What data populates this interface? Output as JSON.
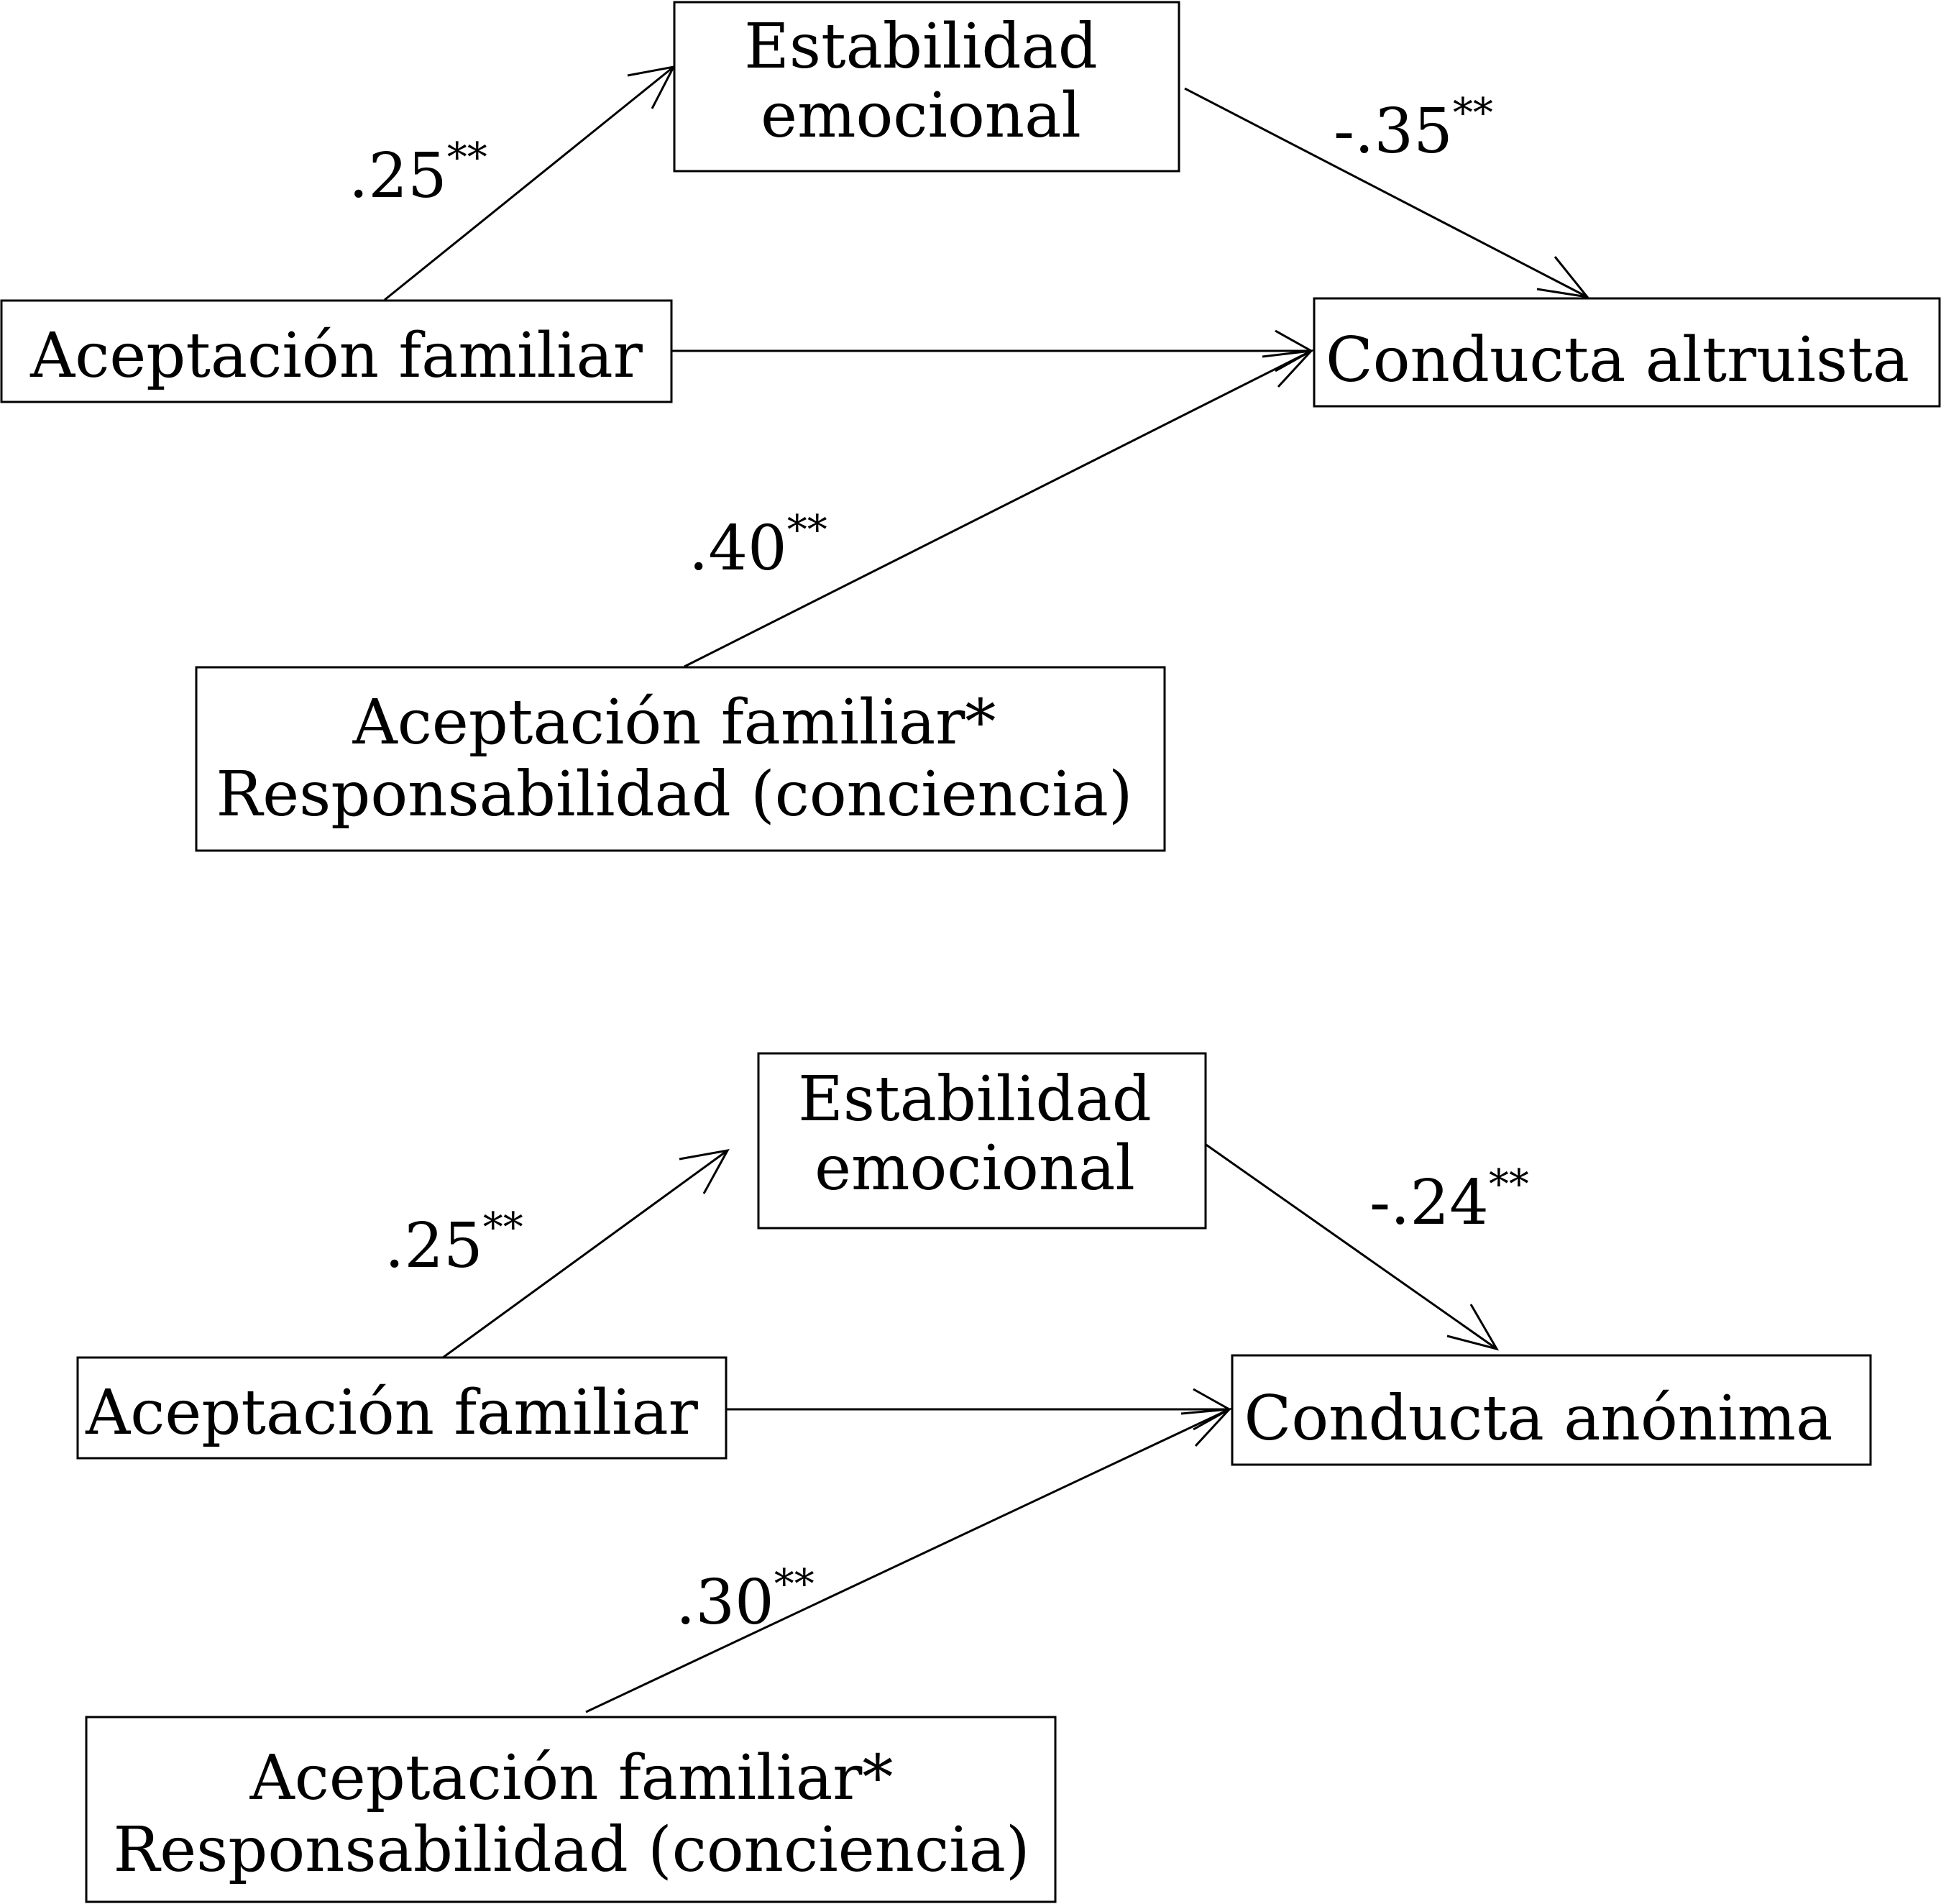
{
  "colors": {
    "stroke": "#000000",
    "background": "#ffffff"
  },
  "panel_top": {
    "nodes": {
      "mediator": [
        "Estabilidad",
        "emocional"
      ],
      "predictor": "Aceptación familiar",
      "outcome": "Conducta altruista",
      "interaction": [
        "Aceptación familiar*",
        "Responsabilidad (conciencia)"
      ]
    },
    "paths": {
      "a": {
        "coef": ".25",
        "sig": "**"
      },
      "b": {
        "coef": "-.35",
        "sig": "**"
      },
      "interaction": {
        "coef": ".40",
        "sig": "**"
      }
    }
  },
  "panel_bottom": {
    "nodes": {
      "mediator": [
        "Estabilidad",
        "emocional"
      ],
      "predictor": "Aceptación familiar",
      "outcome": "Conducta anónima",
      "interaction": [
        "Aceptación familiar*",
        "Responsabilidad (conciencia)"
      ]
    },
    "paths": {
      "a": {
        "coef": ".25",
        "sig": "**"
      },
      "b": {
        "coef": "-.24",
        "sig": "**"
      },
      "interaction": {
        "coef": ".30",
        "sig": "**"
      }
    }
  }
}
